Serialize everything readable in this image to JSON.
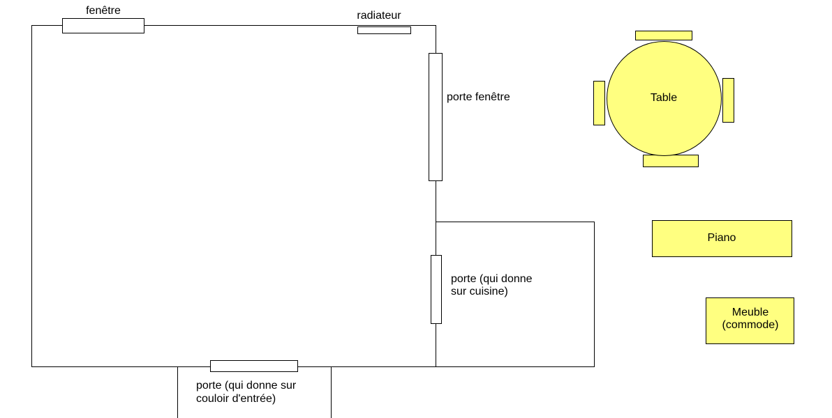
{
  "colors": {
    "furniture": "#ffff80",
    "line": "#000000"
  },
  "labels": {
    "fenetre": "fenêtre",
    "radiateur": "radiateur",
    "porte_fenetre": "porte fenêtre",
    "porte_cuisine": [
      "porte (qui donne",
      "sur cuisine)"
    ],
    "porte_couloir": [
      "porte (qui donne sur",
      "couloir d'entrée)"
    ],
    "table": "Table",
    "piano": "Piano",
    "meuble": [
      "Meuble",
      "(commode)"
    ]
  }
}
